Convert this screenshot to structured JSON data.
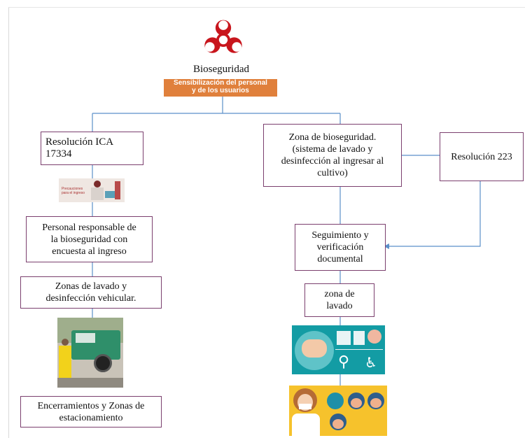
{
  "colors": {
    "box_border": "#7b3f6e",
    "connector": "#5b8fc9",
    "banner_bg": "#e0803c",
    "biohazard": "#c8161d"
  },
  "header": {
    "icon": "biohazard-icon",
    "title": "Bioseguridad",
    "banner": "Sensibilización del personal\ny de los usuarios"
  },
  "left_branch": {
    "resolucion_ica": "Resolución ICA\n17334",
    "personal": "Personal responsable de\nla bioseguridad con\nencuesta  al ingreso",
    "zonas_lavado_vehicular": "Zonas de lavado  y\ndesinfección vehicular.",
    "encerramientos": "Encerramientos y Zonas de\nestacionamiento",
    "thumbnail_caption": "Precauciones\npara el ingreso"
  },
  "right_branch": {
    "zona_bioseguridad": "Zona de bioseguridad.\n(sistema de lavado  y\ndesinfección al ingresar al\ncultivo)",
    "resolucion_223": "Resolución 223",
    "seguimiento": "Seguimiento y\nverificación\ndocumental",
    "zona_lavado": "zona de\nlavado"
  }
}
